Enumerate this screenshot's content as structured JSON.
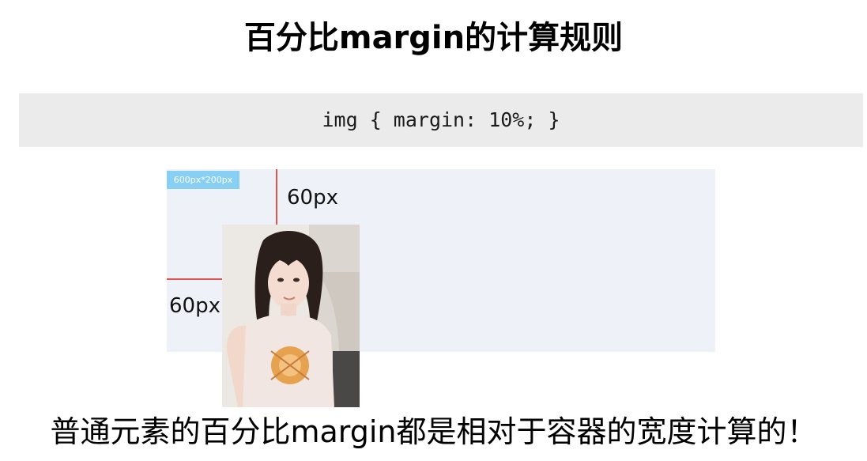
{
  "slide": {
    "title": "百分比margin的计算规则",
    "code": "img { margin: 10%; }",
    "container_size_label": "600px*200px",
    "margin_top_label": "60px",
    "margin_left_label": "60px",
    "caption": "普通元素的百分比margin都是相对于容器的宽度计算的！"
  },
  "colors": {
    "code_background": "#ebebeb",
    "container_background": "#eef1f7",
    "size_label_background": "#87cff3",
    "margin_guide_line": "#e2554a"
  },
  "icons": {
    "photo": "portrait-photo"
  }
}
